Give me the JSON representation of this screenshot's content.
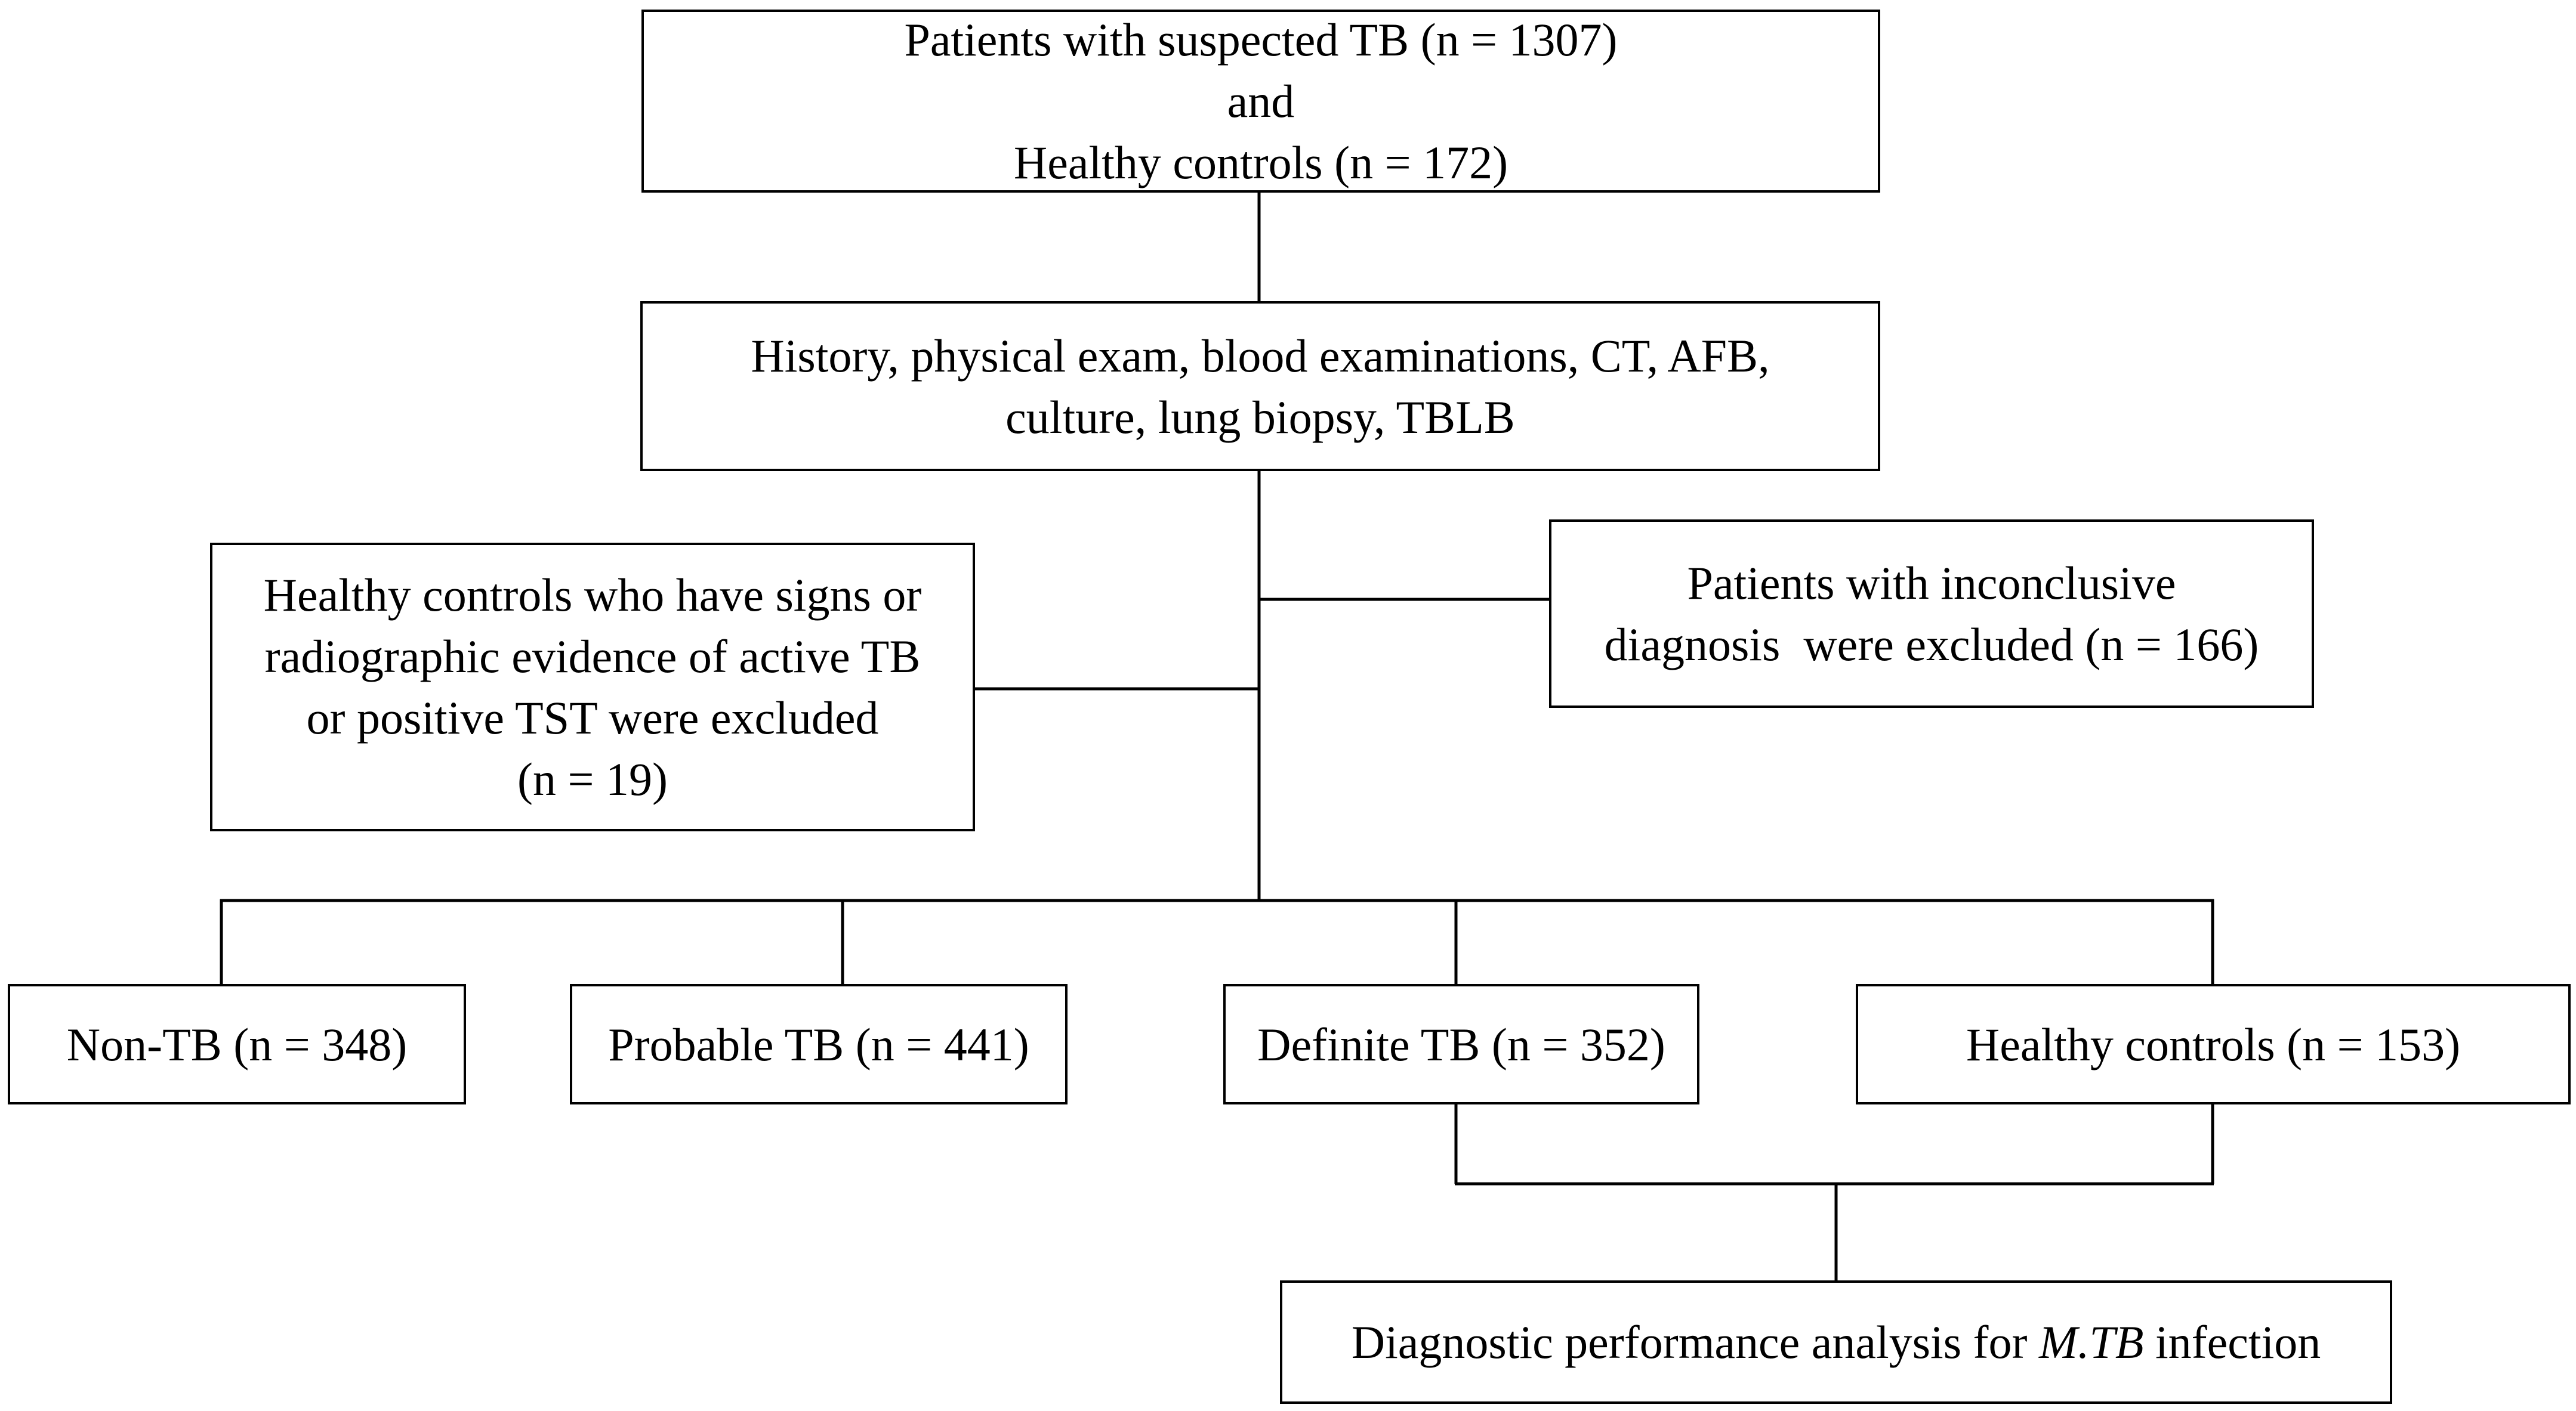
{
  "diagram": {
    "nodes": {
      "enrollment": {
        "lines": [
          "Patients with suspected TB (n = 1307)",
          "and",
          "Healthy controls (n = 172)"
        ]
      },
      "workup": {
        "lines": [
          "History, physical exam, blood examinations, CT, AFB,",
          "culture, lung biopsy, TBLB"
        ]
      },
      "excluded_controls": {
        "lines": [
          "Healthy controls who have signs or",
          "radiographic evidence of active TB",
          "or positive TST were excluded",
          "(n = 19)"
        ]
      },
      "excluded_patients": {
        "lines": [
          "Patients with inconclusive",
          "diagnosis  were excluded (n = 166)"
        ]
      },
      "non_tb": {
        "label": "Non-TB (n = 348)"
      },
      "probable_tb": {
        "label": "Probable TB (n = 441)"
      },
      "definite_tb": {
        "label": "Definite TB (n = 352)"
      },
      "healthy_controls": {
        "label": "Healthy controls (n = 153)"
      },
      "analysis": {
        "prefix": "Diagnostic performance analysis for ",
        "emphasis": "M.TB",
        "suffix": " infection"
      }
    },
    "edges": [
      {
        "from": "enrollment",
        "to": "workup"
      },
      {
        "from": "workup",
        "to": "excluded_controls"
      },
      {
        "from": "workup",
        "to": "excluded_patients"
      },
      {
        "from": "workup",
        "to": "non_tb"
      },
      {
        "from": "workup",
        "to": "probable_tb"
      },
      {
        "from": "workup",
        "to": "definite_tb"
      },
      {
        "from": "workup",
        "to": "healthy_controls"
      },
      {
        "from": "definite_tb",
        "to": "analysis"
      },
      {
        "from": "healthy_controls",
        "to": "analysis"
      }
    ],
    "colors": {
      "line": "#000000",
      "box_fill": "#ffffff",
      "text": "#000000"
    }
  }
}
